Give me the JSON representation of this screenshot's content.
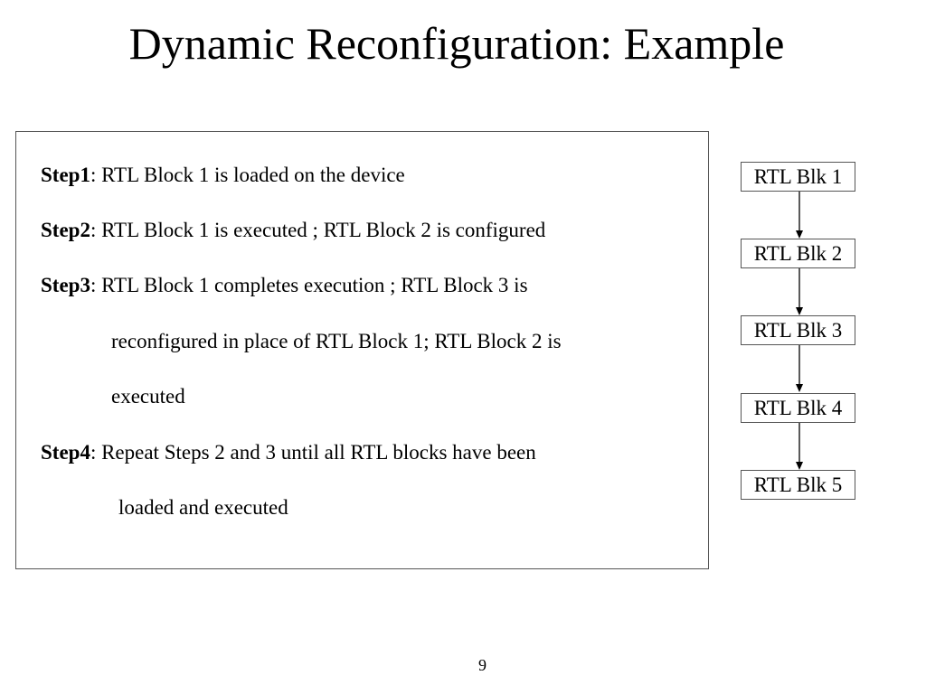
{
  "slide": {
    "title": "Dynamic Reconfiguration: Example",
    "page_number": "9"
  },
  "steps": [
    {
      "label": "Step1",
      "text": ": RTL Block 1 is loaded on the device"
    },
    {
      "label": "Step2",
      "text": ": RTL Block 1 is executed ; RTL Block 2 is configured"
    },
    {
      "label": "Step3",
      "text": ": RTL Block 1 completes execution ; RTL Block 3 is",
      "continuation": [
        "reconfigured in place of RTL Block 1; RTL Block 2 is",
        "executed"
      ]
    },
    {
      "label": "Step4",
      "text": ": Repeat Steps 2 and 3 until all RTL blocks have been",
      "continuation": [
        "loaded and executed"
      ]
    }
  ],
  "flow": {
    "blocks": [
      "RTL Blk 1",
      "RTL Blk 2",
      "RTL Blk 3",
      "RTL Blk 4",
      "RTL Blk 5"
    ]
  },
  "colors": {
    "text": "#000000",
    "border": "#555555",
    "background": "#ffffff"
  }
}
